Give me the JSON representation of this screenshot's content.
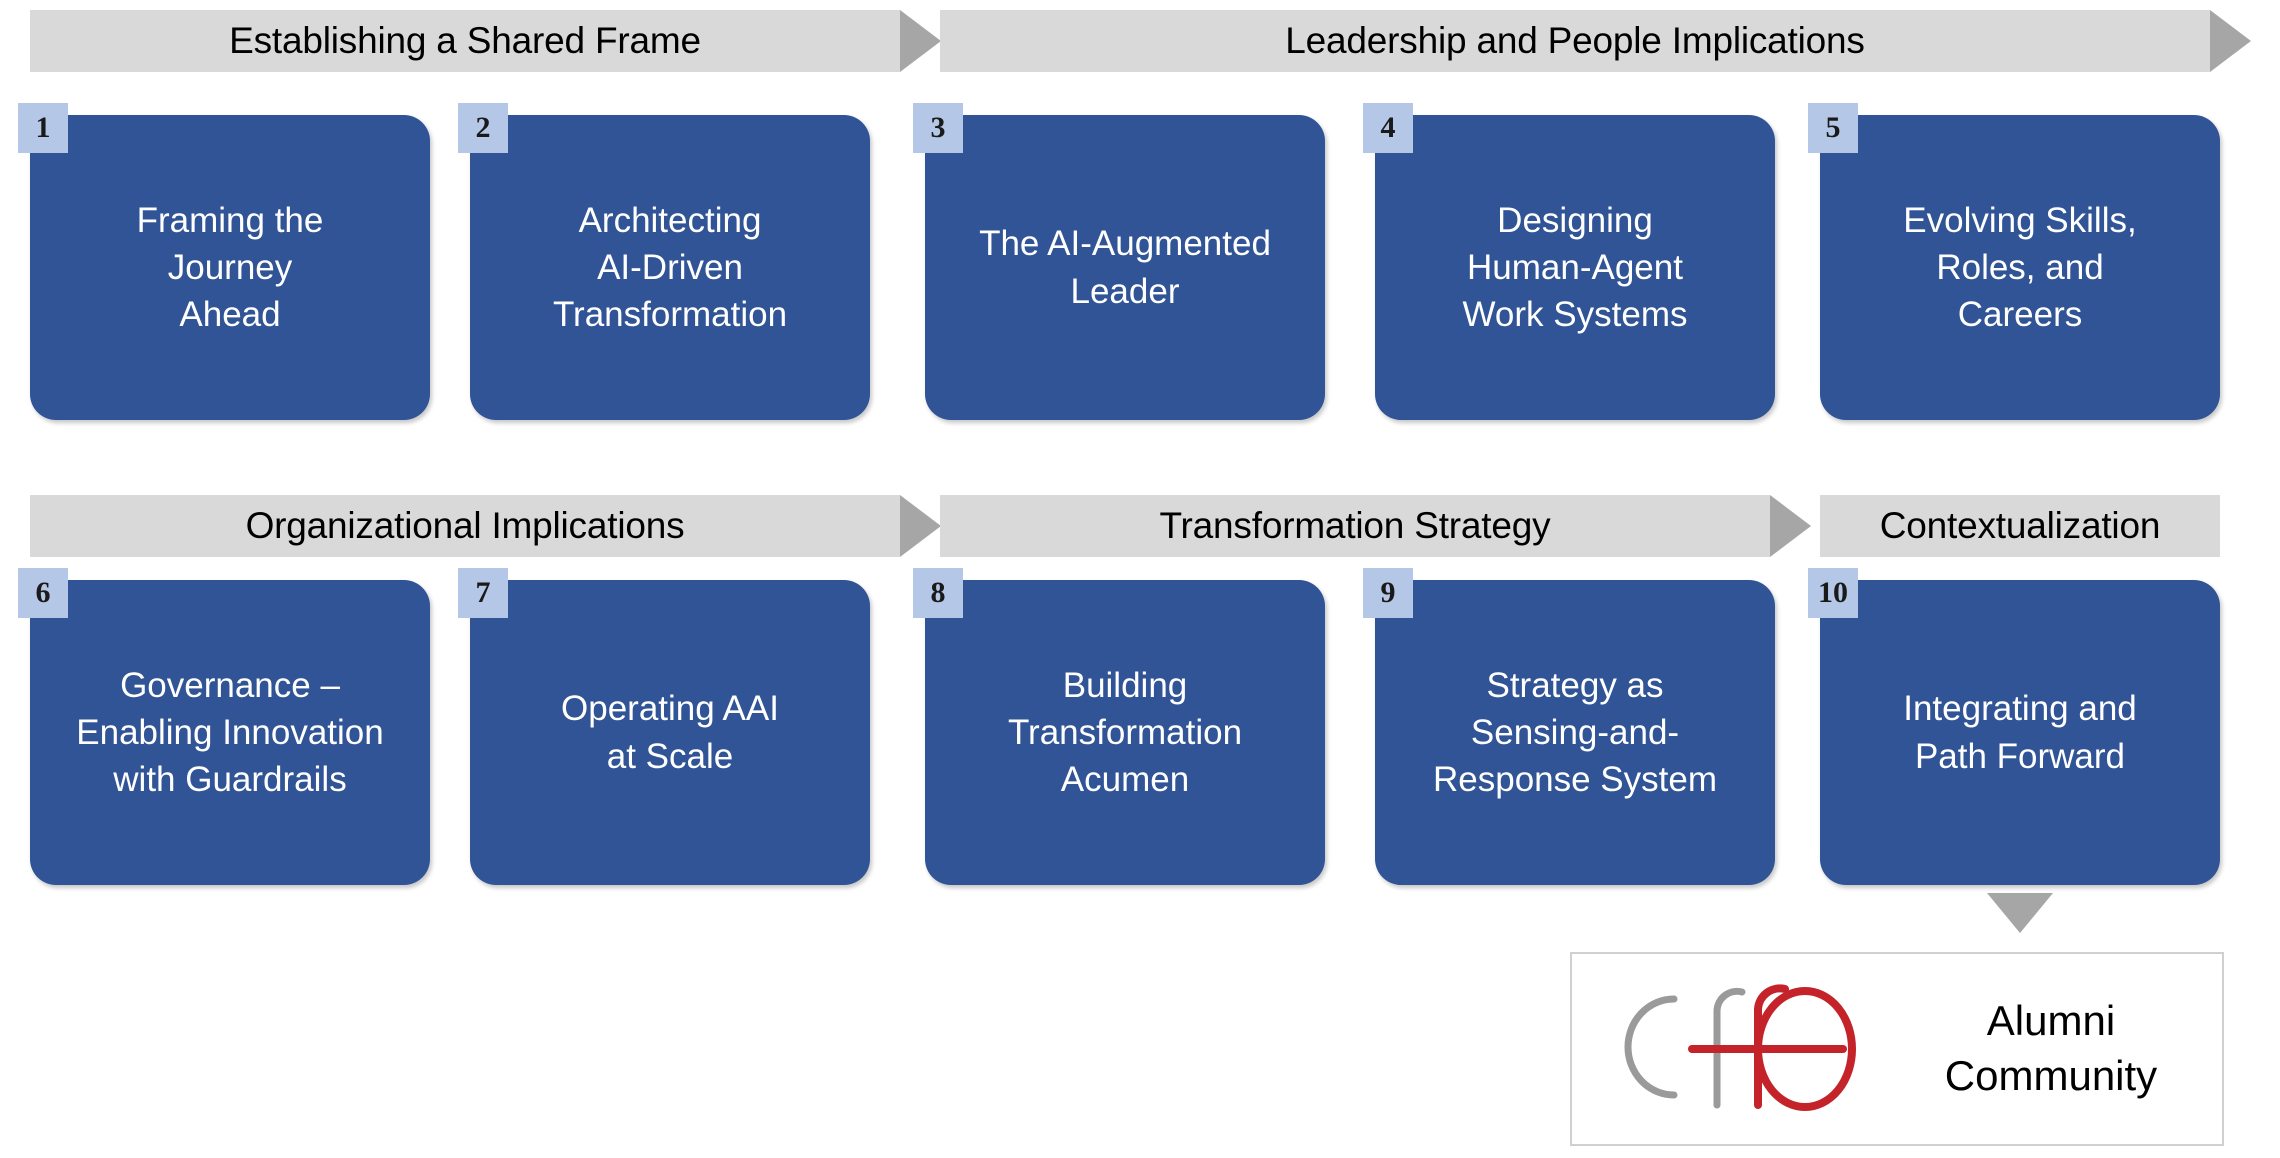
{
  "colors": {
    "card_blue": "#305496",
    "badge_blue": "#B4C7E7",
    "banner_grey": "#D9D9D9",
    "arrow_grey": "#A6A6A6",
    "logo_red": "#C4232A",
    "logo_grey": "#9A9A9A"
  },
  "rows": [
    {
      "banners": [
        {
          "label": "Establishing a Shared Frame",
          "has_arrow": true
        },
        {
          "label": "Leadership and People Implications",
          "has_arrow": true
        }
      ],
      "cards": [
        {
          "number": "1",
          "label": "Framing the\nJourney\nAhead"
        },
        {
          "number": "2",
          "label": "Architecting\nAI-Driven\nTransformation"
        },
        {
          "number": "3",
          "label": "The AI-Augmented\nLeader"
        },
        {
          "number": "4",
          "label": "Designing\nHuman-Agent\nWork Systems"
        },
        {
          "number": "5",
          "label": "Evolving Skills,\nRoles, and\nCareers"
        }
      ]
    },
    {
      "banners": [
        {
          "label": "Organizational Implications",
          "has_arrow": true
        },
        {
          "label": "Transformation Strategy",
          "has_arrow": true
        },
        {
          "label": "Contextualization",
          "has_arrow": false
        }
      ],
      "cards": [
        {
          "number": "6",
          "label": "Governance –\nEnabling Innovation\nwith Guardrails"
        },
        {
          "number": "7",
          "label": "Operating AAI\nat Scale"
        },
        {
          "number": "8",
          "label": "Building\nTransformation\nAcumen"
        },
        {
          "number": "9",
          "label": "Strategy as\nSensing-and-\nResponse System"
        },
        {
          "number": "10",
          "label": "Integrating and\nPath Forward"
        }
      ]
    }
  ],
  "footer": {
    "logo_alt": "cffo-logo",
    "label": "Alumni\nCommunity"
  }
}
